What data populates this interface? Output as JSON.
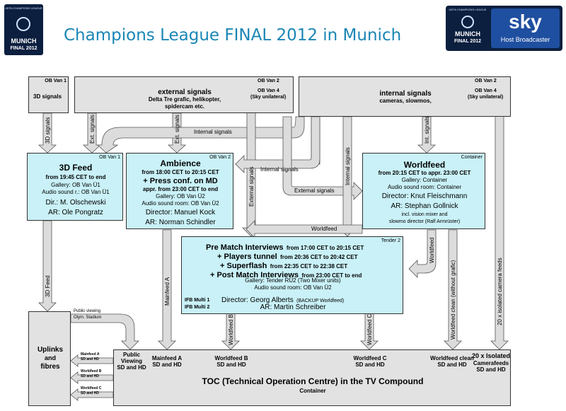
{
  "header": {
    "title": "Champions League FINAL 2012 in Munich",
    "logo_left": {
      "top": "UEFA CHAMPIONS LEAGUE",
      "line1": "MUNICH",
      "line2": "FINAL 2012"
    },
    "logo_right": {
      "top": "UEFA CHAMPIONS LEAGUE",
      "line1": "MUNICH",
      "line2": "FINAL 2012",
      "brand": "sky",
      "sub": "Host Broadcaster"
    }
  },
  "sources": {
    "ob1": {
      "van": "OB Van 1",
      "label": "3D signals"
    },
    "external": {
      "title": "external signals",
      "sub1": "Delta Tre grafic, helikopter,",
      "sub2": "spidercam etc.",
      "van1": "OB Van 2",
      "van2": "OB Van 4",
      "van3": "(Sky unilateral)"
    },
    "internal": {
      "title": "internal signals",
      "sub": "cameras, slowmos,",
      "van1": "OB Van 2",
      "van2": "OB Van 4",
      "van3": "(Sky unilateral)"
    }
  },
  "feed3d": {
    "tag": "OB Van 1",
    "title": "3D Feed",
    "l1": "from 19:45 CET to end",
    "l2": "Gallery: OB Van Ü1",
    "l3": "Audio sound r.: OB Van Ü1",
    "l4": "Dir.: M. Olschewski",
    "l5": "AR: Ole Pongratz"
  },
  "ambience": {
    "tag": "OB Van 2",
    "title": "Ambience",
    "l1": "from 18:00 CET to 20:15 CET",
    "l2": "+ Press conf. on MD",
    "l3": "appr. from 23:00 CET to end",
    "l4": "Gallery: OB Van Ü2",
    "l5": "Audio sound room: OB Van Ü2",
    "l6": "Director: Manuel Kock",
    "l7": "AR: Norman Schindler"
  },
  "worldfeed": {
    "tag": "Container",
    "title": "Worldfeed",
    "l1": "from 20:15 CET to appr. 23:00 CET",
    "l2": "Gallery: Container",
    "l3": "Audio sound room: Container",
    "l4": "Director: Knut Fleischmann",
    "l5": "AR: Stephan Gollnick",
    "l6": "incl. vision mixer and",
    "l7": "slowmo director (Ralf Armrüster)"
  },
  "tender": {
    "tag": "Tender 2",
    "r1a": "Pre Match Interviews",
    "r1b": "from 17:00 CET to 20:15 CET",
    "r2a": "+ Players tunnel",
    "r2b": "from 20:36 CET to 20:42 CET",
    "r3a": "+ Superflash",
    "r3b": "from 22:35 CET to 22:38 CET",
    "r4a": "+ Post Match Interviews",
    "r4b": "from 23:00 CET to end",
    "l5": "Gallery: Tender RÜ2  (Two Mixer units)",
    "l6": "Audio sound room: OB Van Ü2",
    "l7": "Director: Georg Alberts",
    "l7b": "(BACKUP Worldfeed)",
    "l8": "AR: Martin Schreiber",
    "ifb1": "IFB Multi 1",
    "ifb2": "IFB Multi 2"
  },
  "arrows": {
    "d3": "3D signals",
    "ext": "Ext. signals",
    "ext2": "Ext. signals",
    "int_h": "Internal signals",
    "ext_v": "External signals",
    "int_h2": "Internal signals",
    "ext_h": "External signals",
    "int_v": "Internal signals",
    "int_v2": "Int. signals",
    "wf_h": "Worldfeed",
    "d3f": "3D Feed",
    "mainfeed": "Mainfeed A",
    "wfb": "Worldfeed B",
    "wfc": "Worldfeed C",
    "wf_v": "Worldfeed",
    "wfclean": "Worldfeed clean (without grafic)",
    "iso": "20 x isolated camera feeds",
    "pv": "Public viewing",
    "pv2": "Olym. Stadium"
  },
  "uplinks": {
    "l1": "Uplinks",
    "l2": "and",
    "l3": "fibres",
    "a1": "Mainfeed A",
    "a1b": "SD and HD",
    "a2": "Worldfeed B",
    "a2b": "SD and HD",
    "a3": "Worldfeed C",
    "a3b": "SD and HD"
  },
  "toc": {
    "outputs": [
      {
        "l1": "Public",
        "l2": "Viewing",
        "l3": "SD and HD"
      },
      {
        "l1": "Mainfeed A",
        "l2": "SD and HD"
      },
      {
        "l1": "Worldfeed B",
        "l2": "SD and HD"
      },
      {
        "l1": "Worldfeed C",
        "l2": "SD and HD"
      },
      {
        "l1": "Worldfeed clean",
        "l2": "SD and HD"
      },
      {
        "l1": "20 x Isolated",
        "l2": "Camerafeeds",
        "l3": "SD and HD"
      }
    ],
    "title": "TOC (Technical Operation Centre) in the TV Compound",
    "sub": "Container"
  },
  "colors": {
    "box_cyan": "#c9f1f7",
    "box_grey": "#e2e2e2",
    "arrow_fill": "#dcdcdc",
    "title": "#1a86b5",
    "sky_blue": "#1f4fa0"
  }
}
